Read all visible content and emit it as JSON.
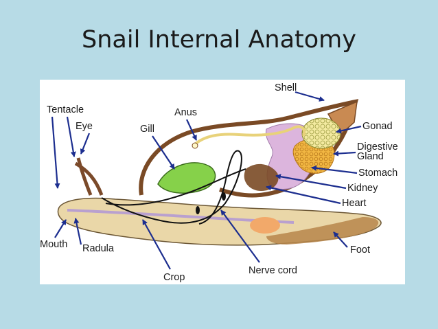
{
  "title": "Snail Internal Anatomy",
  "labels": {
    "shell": "Shell",
    "tentacle": "Tentacle",
    "eye": "Eye",
    "anus": "Anus",
    "gill": "Gill",
    "gonad": "Gonad",
    "digestive_gland": [
      "Digestive",
      "Gland"
    ],
    "stomach": "Stomach",
    "kidney": "Kidney",
    "heart": "Heart",
    "mouth": "Mouth",
    "radula": "Radula",
    "foot": "Foot",
    "crop": "Crop",
    "nerve_cord": "Nerve cord"
  },
  "colors": {
    "background": "#b7dbe6",
    "arrow": "#1c2e8f",
    "foot": "#ead7a8",
    "shell": "#7a4a25",
    "gill": "#86d14a",
    "gonad": "#f3eaa0",
    "digestive_gland": "#f1b642",
    "stomach": "#dcb5dd"
  }
}
